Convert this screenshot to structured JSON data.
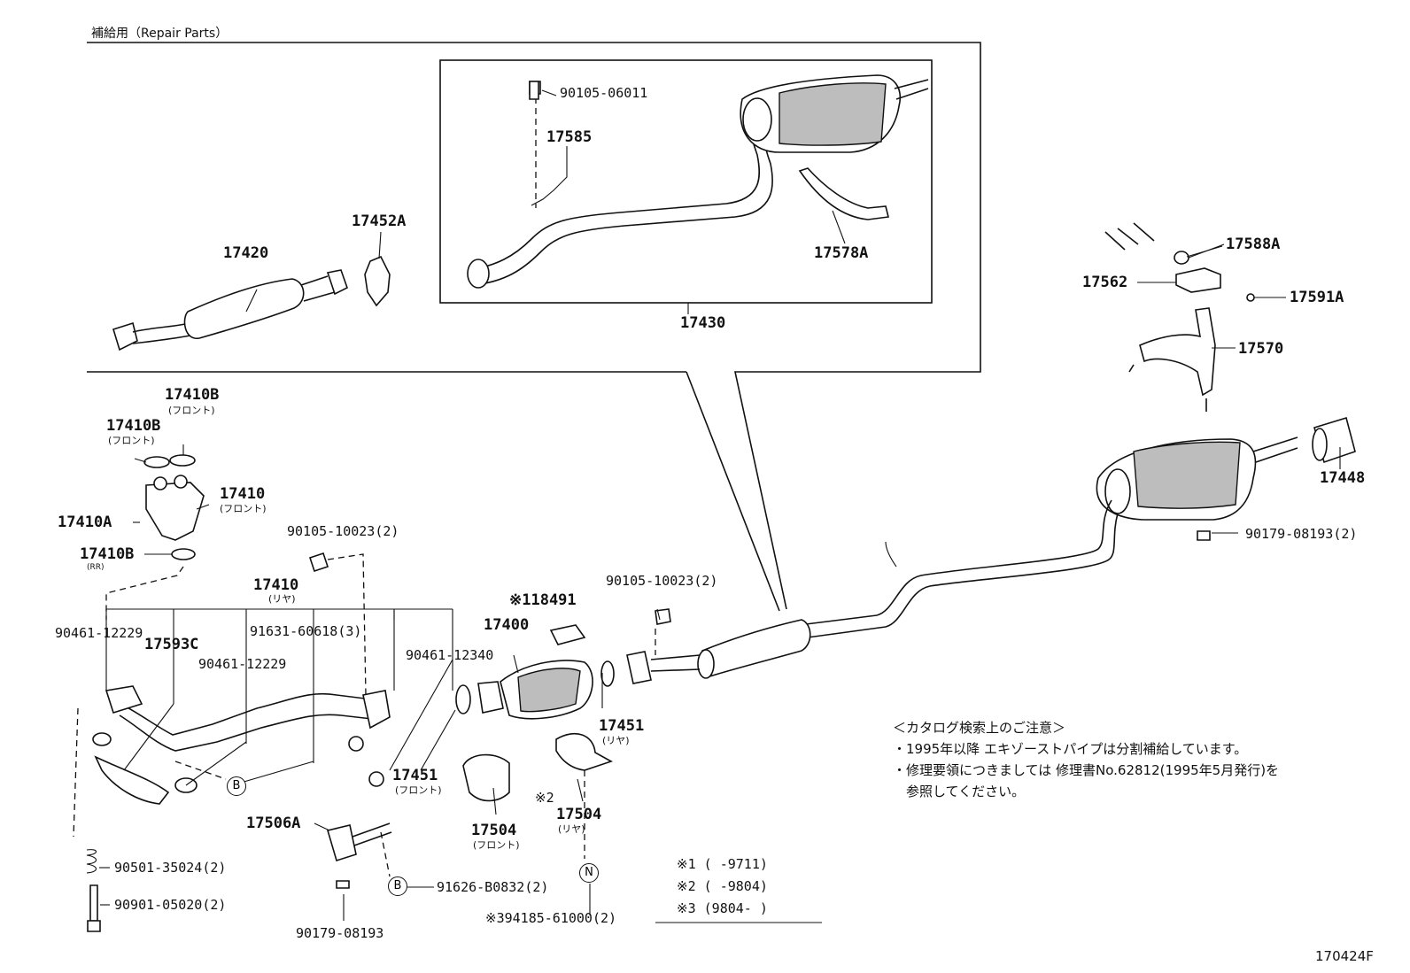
{
  "header": {
    "repair_parts": "補給用（Repair Parts）"
  },
  "parts": {
    "p17430": "17430",
    "p90105_06011": "90105-06011",
    "p17585": "17585",
    "p17578A": "17578A",
    "p17420": "17420",
    "p17452A": "17452A",
    "p17410B_a": "17410B",
    "p17410B_b": "17410B",
    "p17410B_c": "17410B",
    "front": "(フロント)",
    "rear": "(リヤ)",
    "rr": "(RR)",
    "p17410_f": "17410",
    "p17410A": "17410A",
    "p90105_10023_a": "90105-10023(2)",
    "p17410_r": "17410",
    "p90461_12229_a": "90461-12229",
    "p17593C": "17593C",
    "p91631_60618": "91631-60618(3)",
    "p90461_12229_b": "90461-12229",
    "p90461_12340": "90461-12340",
    "p18491": "※118491",
    "p17400": "17400",
    "p90105_10023_b": "90105-10023(2)",
    "p17451_f": "17451",
    "p17451_r": "17451",
    "p17504_f": "17504",
    "p17504_r": "17504",
    "mark2": "※2",
    "p17506A": "17506A",
    "p90501_35024": "90501-35024(2)",
    "p90901_05020": "90901-05020(2)",
    "p90179_08193_a": "90179-08193",
    "p91626_B0832": "91626-B0832(2)",
    "p94185_61000": "※394185-61000(2)",
    "p17588A": "17588A",
    "p17562": "17562",
    "p17591A": "17591A",
    "p17570": "17570",
    "p17448": "17448",
    "p90179_08193_b": "90179-08193(2)",
    "circle_b1": "B",
    "circle_b2": "B",
    "circle_n": "N"
  },
  "notes": {
    "title": "＜カタログ検索上のご注意＞",
    "line1": "・1995年以降 エキゾーストパイプは分割補給しています。",
    "line2": "・修理要領につきましては 修理書No.62812(1995年5月発行)を",
    "line3": "　参照してください。"
  },
  "legend": {
    "r1": "※1 (      -9711)",
    "r2": "※2 (      -9804)",
    "r3": "※3 (9804-      )"
  },
  "figure_id": "170424F"
}
